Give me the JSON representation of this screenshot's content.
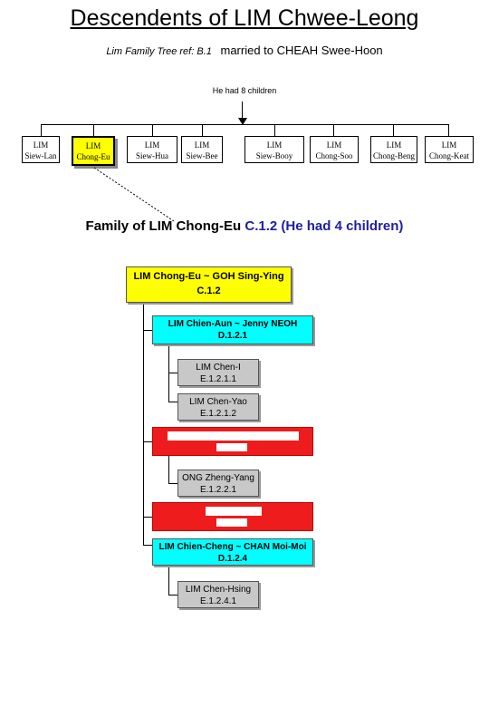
{
  "page": {
    "title": "Descendents of LIM Chwee-Leong",
    "ref_text": "Lim Family Tree ref: B.1",
    "married_text": "married to CHEAH Swee-Hoon",
    "children_count_text": "He had 8 children"
  },
  "siblings": [
    {
      "line1": "LIM",
      "line2": "Siew-Lan"
    },
    {
      "line1": "LIM",
      "line2": "Chong-Eu"
    },
    {
      "line1": "LIM",
      "line2": "Siew-Hua"
    },
    {
      "line1": "LIM",
      "line2": "Siew-Bee"
    },
    {
      "line1": "LIM",
      "line2": "Siew-Booy"
    },
    {
      "line1": "LIM",
      "line2": "Chong-Soo"
    },
    {
      "line1": "LIM",
      "line2": "Chong-Beng"
    },
    {
      "line1": "LIM",
      "line2": "Chong-Keat"
    }
  ],
  "family": {
    "title_prefix": "Family of LIM Chong-Eu",
    "title_ref": "C.1.2",
    "title_suffix": "(He had 4 children)"
  },
  "tree": {
    "root": {
      "name": "LIM Chong-Eu ~ GOH Sing-Ying",
      "ref": "C.1.2"
    },
    "child1": {
      "name": "LIM Chien-Aun ~ Jenny NEOH",
      "ref": "D.1.2.1"
    },
    "gc1": {
      "name": "LIM Chen-I",
      "ref": "E.1.2.1.1"
    },
    "gc2": {
      "name": "LIM Chen-Yao",
      "ref": "E.1.2.1.2"
    },
    "gc3": {
      "name": "ONG Zheng-Yang",
      "ref": "E.1.2.2.1"
    },
    "child4": {
      "name": "LIM Chien-Cheng ~ CHAN Moi-Moi",
      "ref": "D.1.2.4"
    },
    "gc4": {
      "name": "LIM Chen-Hsing",
      "ref": "E.1.2.4.1"
    }
  },
  "colors": {
    "highlight": "#ffff00",
    "child": "#00ffff",
    "grandchild": "#c8c8c8",
    "redacted": "#ee1c1c",
    "title_ref": "#2020a0"
  }
}
